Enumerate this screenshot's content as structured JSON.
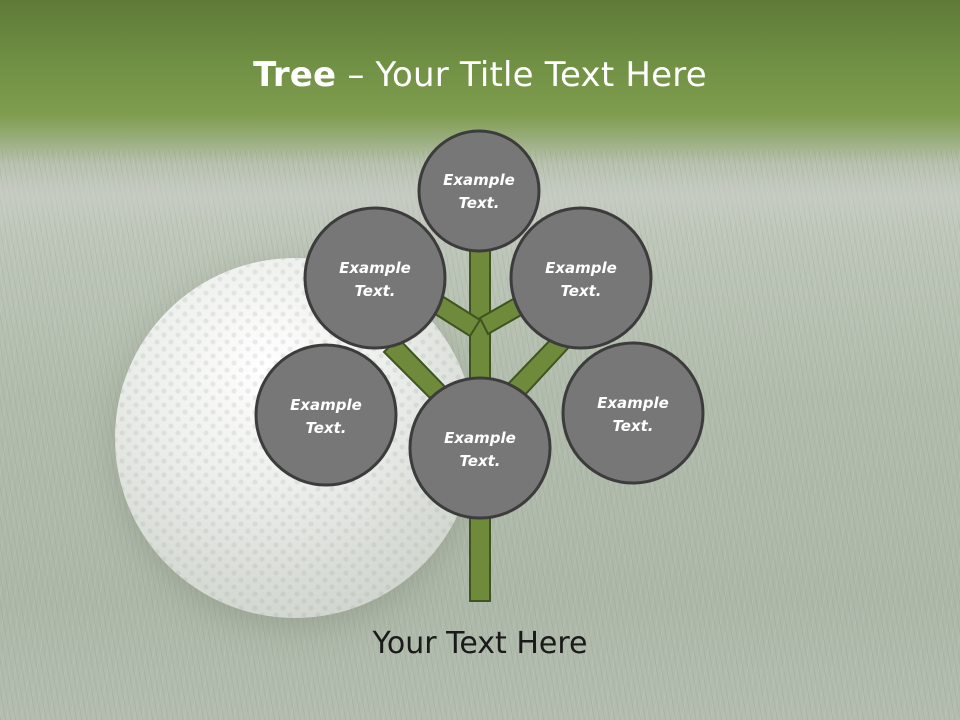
{
  "title": {
    "bold_part": "Tree",
    "separator": " – ",
    "rest": "Your Title Text Here"
  },
  "nodes": [
    {
      "line1": "Example",
      "line2": "Text."
    },
    {
      "line1": "Example",
      "line2": "Text."
    },
    {
      "line1": "Example",
      "line2": "Text."
    },
    {
      "line1": "Example",
      "line2": "Text."
    },
    {
      "line1": "Example",
      "line2": "Text."
    },
    {
      "line1": "Example",
      "line2": "Text."
    }
  ],
  "caption": "Your Text Here",
  "colors": {
    "node_fill": "#777777",
    "node_stroke": "#3c3c3c",
    "branch_fill": "#6e8a3a",
    "branch_stroke": "#3f5420",
    "title_band": "#6f8f43"
  }
}
